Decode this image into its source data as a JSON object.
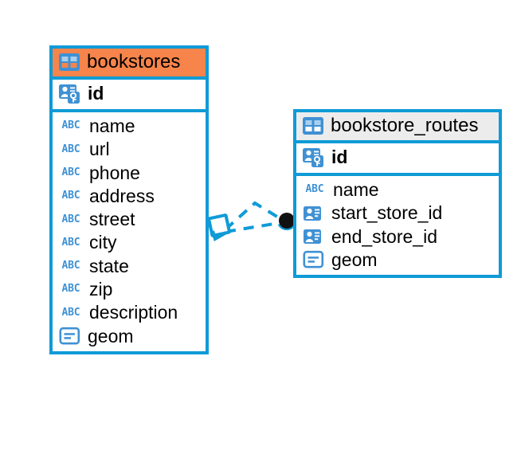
{
  "diagram": {
    "type": "entity-relationship-diagram",
    "background": "#ffffff",
    "accent_blue": "#0f9bd7",
    "header_orange": "#f7844a",
    "header_gray": "#ececec",
    "icon_blue": "#3f91d4"
  },
  "entities": [
    {
      "id": "bookstores",
      "title": "bookstores",
      "header_style": "orange",
      "title_icon": "table-icon",
      "primary_key": {
        "name": "id",
        "icon": "primary-key-icon",
        "type_hint": "key"
      },
      "fields": [
        {
          "name": "name",
          "icon": "abc-icon",
          "type_hint": "ABC"
        },
        {
          "name": "url",
          "icon": "abc-icon",
          "type_hint": "ABC"
        },
        {
          "name": "phone",
          "icon": "abc-icon",
          "type_hint": "ABC"
        },
        {
          "name": "address",
          "icon": "abc-icon",
          "type_hint": "ABC"
        },
        {
          "name": "street",
          "icon": "abc-icon",
          "type_hint": "ABC"
        },
        {
          "name": "city",
          "icon": "abc-icon",
          "type_hint": "ABC"
        },
        {
          "name": "state",
          "icon": "abc-icon",
          "type_hint": "ABC"
        },
        {
          "name": "zip",
          "icon": "abc-icon",
          "type_hint": "ABC"
        },
        {
          "name": "description",
          "icon": "abc-icon",
          "type_hint": "ABC"
        },
        {
          "name": "geom",
          "icon": "geometry-icon",
          "type_hint": "geometry"
        }
      ]
    },
    {
      "id": "bookstore_routes",
      "title": "bookstore_routes",
      "header_style": "gray",
      "title_icon": "table-icon",
      "primary_key": {
        "name": "id",
        "icon": "primary-key-icon",
        "type_hint": "key"
      },
      "fields": [
        {
          "name": "name",
          "icon": "abc-icon",
          "type_hint": "ABC"
        },
        {
          "name": "start_store_id",
          "icon": "foreign-key-icon",
          "type_hint": "reference"
        },
        {
          "name": "end_store_id",
          "icon": "foreign-key-icon",
          "type_hint": "reference"
        },
        {
          "name": "geom",
          "icon": "geometry-icon",
          "type_hint": "geometry"
        }
      ]
    }
  ],
  "relationship": {
    "name": "bookstores-to-bookstore-routes-link",
    "style": "dashed",
    "color": "#0f9bd7",
    "source_marker": "diamond-crowsfoot-marker",
    "target_marker": "filled-circle-marker",
    "target_marker_color": "#111111",
    "branches": 2
  }
}
